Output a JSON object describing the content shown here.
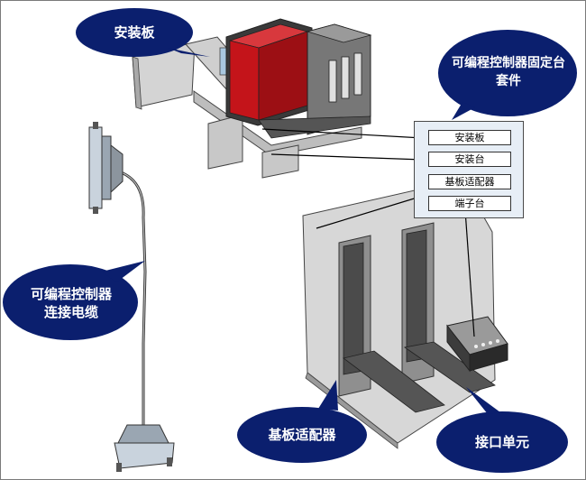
{
  "callouts": {
    "mounting_plate": "安装板",
    "plc_fixing_kit": "可编程控制器固定台\n套件",
    "plc_cable": "可编程控制器\n连接电缆",
    "base_adapter": "基板适配器",
    "interface_unit": "接口单元"
  },
  "kit_list": [
    "安装板",
    "安装台",
    "基板适配器",
    "端子台"
  ],
  "colors": {
    "callout_fill": "#0b1f6e",
    "plc_red": "#c4141a",
    "panel_fill": "#e7eef6",
    "metal": "#d4d4d4"
  }
}
